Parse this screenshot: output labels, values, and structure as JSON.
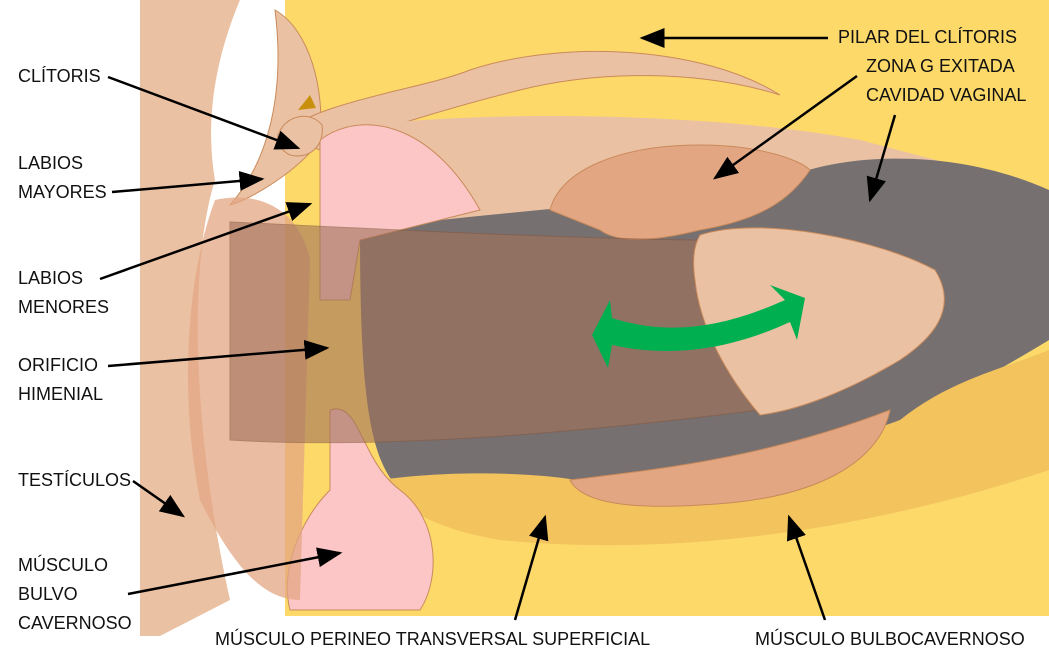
{
  "labels": {
    "pilar_clitoris": "PILAR DEL CLÍTORIS",
    "zona_g": "ZONA G EXITADA",
    "cavidad_vaginal": "CAVIDAD VAGINAL",
    "clitoris": "CLÍTORIS",
    "labios_mayores": [
      "LABIOS",
      "MAYORES"
    ],
    "labios_menores": [
      "LABIOS",
      "MENORES"
    ],
    "orificio_himenial": [
      "ORIFICIO",
      "HIMENIAL"
    ],
    "testiculos": "TESTÍCULOS",
    "musculo_bulvo": [
      "MÚSCULO",
      "BULVO",
      "CAVERNOSO"
    ],
    "perineo": "MÚSCULO PERINEO TRANSVERSAL SUPERFICIAL",
    "bulbocavernoso": "MÚSCULO BULBOCAVERNOSO"
  },
  "colors": {
    "background_yellow": "#FDD96A",
    "skin": "#EBC1A3",
    "cavity": "#767070",
    "pink": "#FCC6C6",
    "muscle": "#F3C35E",
    "arrow_green": "#00B050"
  }
}
